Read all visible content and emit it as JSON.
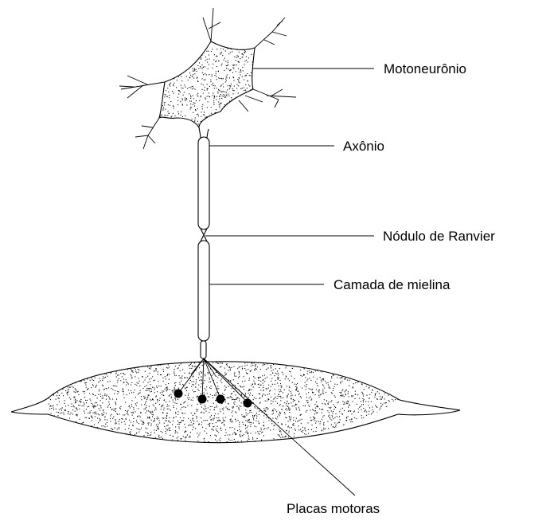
{
  "labels": {
    "motoneuron": "Motoneurônio",
    "axon": "Axônio",
    "node_of_ranvier": "Nódulo de Ranvier",
    "myelin_layer": "Camada de mielina",
    "motor_plates": "Placas motoras"
  }
}
